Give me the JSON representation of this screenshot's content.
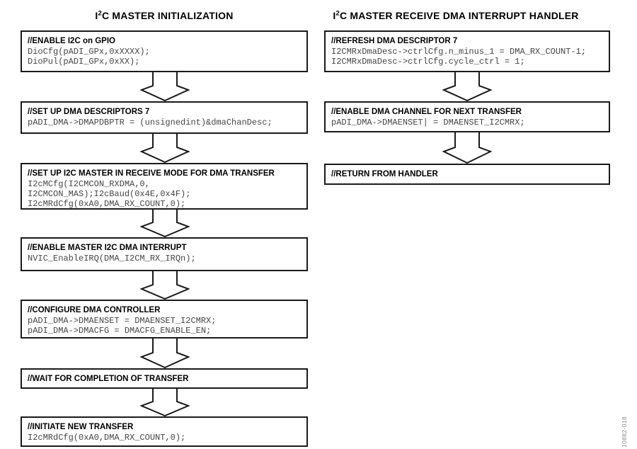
{
  "figure_number": "10882-018",
  "colors": {
    "background": "#ffffff",
    "box_border": "#1a1a1a",
    "heading_text": "#000000",
    "code_text": "#454545",
    "figure_number_text": "#8a8a8a"
  },
  "columns": [
    {
      "title": {
        "pre": "I",
        "sup": "2",
        "post": "C MASTER INITIALIZATION"
      },
      "boxes": [
        {
          "heading": "//ENABLE I2C on GPIO",
          "code": [
            "DioCfg(pADI_GPx,0xXXXX);",
            "DioPul(pADI_GPx,0xXX);"
          ]
        },
        {
          "heading": "//SET UP DMA DESCRIPTORS 7",
          "code": [
            "pADI_DMA->DMAPDBPTR = (unsignedint)&dmaChanDesc;"
          ]
        },
        {
          "heading": "//SET UP I2C MASTER IN RECEIVE MODE FOR DMA TRANSFER",
          "code": [
            "I2cMCfg(I2CMCON_RXDMA,0,",
            "I2CMCON_MAS);I2cBaud(0x4E,0x4F);",
            "I2cMRdCfg(0xA0,DMA_RX_COUNT,0);"
          ]
        },
        {
          "heading": "//ENABLE MASTER I2C DMA INTERRUPT",
          "code": [
            "NVIC_EnableIRQ(DMA_I2CM_RX_IRQn);"
          ]
        },
        {
          "heading": "//CONFIGURE DMA CONTROLLER",
          "code": [
            "pADI_DMA->DMAENSET = DMAENSET_I2CMRX;",
            "pADI_DMA->DMACFG = DMACFG_ENABLE_EN;"
          ]
        },
        {
          "heading": "//WAIT FOR COMPLETION OF TRANSFER",
          "code": []
        },
        {
          "heading": "//INITIATE NEW TRANSFER",
          "code": [
            "I2cMRdCfg(0xA0,DMA_RX_COUNT,0);"
          ]
        }
      ]
    },
    {
      "title": {
        "pre": "I",
        "sup": "2",
        "post": "C MASTER RECEIVE DMA INTERRUPT HANDLER"
      },
      "boxes": [
        {
          "heading": "//REFRESH DMA DESCRIPTOR 7",
          "code": [
            "I2CMRxDmaDesc->ctrlCfg.n_minus_1 = DMA_RX_COUNT-1;",
            "I2CMRxDmaDesc->ctrlCfg.cycle_ctrl = 1;"
          ]
        },
        {
          "heading": "//ENABLE DMA CHANNEL FOR NEXT TRANSFER",
          "code": [
            "pADI_DMA->DMAENSET| = DMAENSET_I2CMRX;"
          ]
        },
        {
          "heading": "//RETURN FROM HANDLER",
          "code": []
        }
      ]
    }
  ]
}
